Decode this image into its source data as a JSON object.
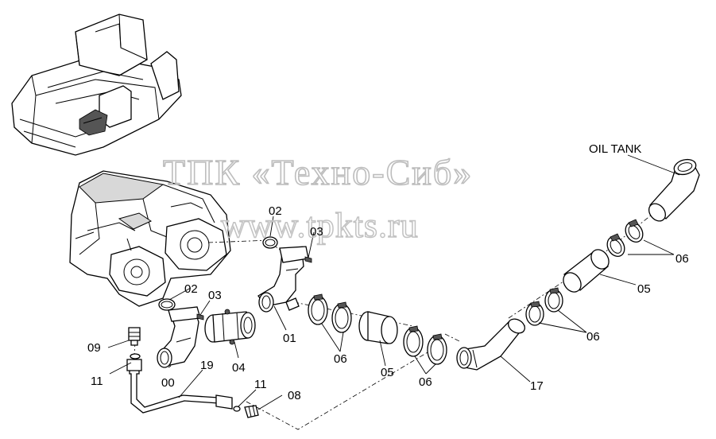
{
  "watermark": {
    "company": "ТПК «Техно-Сиб»",
    "url": "www.tpkts.ru"
  },
  "labels": {
    "oil_tank": "OIL TANK",
    "p02_top": "02",
    "p03_top": "03",
    "p02_left": "02",
    "p03_left": "03",
    "p01": "01",
    "p04": "04",
    "p00": "00",
    "p09": "09",
    "p11_left": "11",
    "p19": "19",
    "p11_right": "11",
    "p08": "08",
    "p06_a": "06",
    "p05_a": "05",
    "p06_b": "06",
    "p17": "17",
    "p06_c": "06",
    "p05_b": "05",
    "p06_d": "06"
  }
}
